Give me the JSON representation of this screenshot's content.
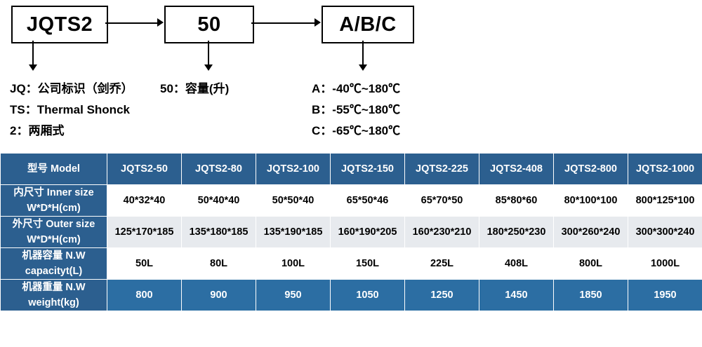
{
  "diagram": {
    "boxes": {
      "model": "JQTS2",
      "capacity": "50",
      "temp": "A/B/C"
    },
    "legend_left": [
      "JQ：公司标识（剑乔）",
      "TS：Thermal Shonck",
      "2：两厢式"
    ],
    "legend_mid": [
      "50：容量(升)"
    ],
    "legend_right": [
      "A：-40℃~180℃",
      "B：-55℃~180℃",
      "C：-65℃~180℃"
    ]
  },
  "table": {
    "header": {
      "label": "型号 Model",
      "models": [
        "JQTS2-50",
        "JQTS2-80",
        "JQTS2-100",
        "JQTS2-150",
        "JQTS2-225",
        "JQTS2-408",
        "JQTS2-800",
        "JQTS2-1000"
      ]
    },
    "rows": [
      {
        "label_line1": "内尺寸 Inner size",
        "label_line2": "W*D*H(cm)",
        "values": [
          "40*32*40",
          "50*40*40",
          "50*50*40",
          "65*50*46",
          "65*70*50",
          "85*80*60",
          "80*100*100",
          "800*125*100"
        ]
      },
      {
        "label_line1": "外尺寸 Outer size",
        "label_line2": "W*D*H(cm)",
        "values": [
          "125*170*185",
          "135*180*185",
          "135*190*185",
          "160*190*205",
          "160*230*210",
          "180*250*230",
          "300*260*240",
          "300*300*240"
        ]
      },
      {
        "label_line1": "机器容量 N.W",
        "label_line2": "capacityt(L)",
        "values": [
          "50L",
          "80L",
          "100L",
          "150L",
          "225L",
          "408L",
          "800L",
          "1000L"
        ]
      },
      {
        "label_line1": "机器重量 N.W",
        "label_line2": "weight(kg)",
        "values": [
          "800",
          "900",
          "950",
          "1050",
          "1250",
          "1450",
          "1850",
          "1950"
        ]
      }
    ]
  },
  "colors": {
    "header_blue": "#2c5f8f",
    "row_blue": "#2c6ea3",
    "alt_gray": "#e7eaee"
  }
}
